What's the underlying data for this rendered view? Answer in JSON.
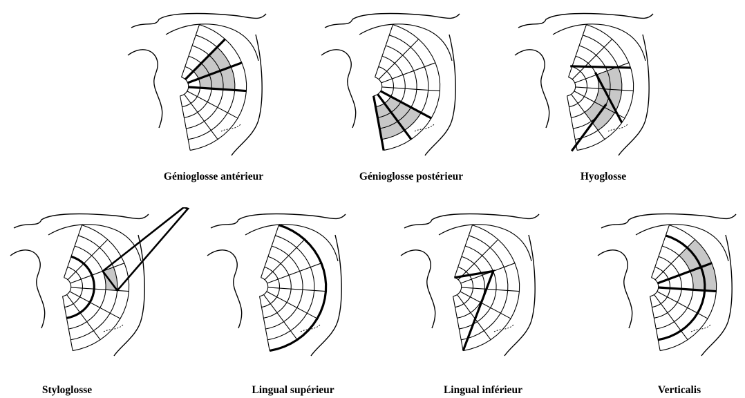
{
  "figure": {
    "panels": [
      {
        "muscle": "genioglosse-anterieur",
        "label": "Génioglosse antérieur",
        "highlight": {
          "radials": [
            1,
            2,
            3
          ],
          "arcs": []
        },
        "shaded": [
          [
            1,
            4,
            1,
            3
          ]
        ],
        "external": false
      },
      {
        "muscle": "genioglosse-posterieur",
        "label": "Génioglosse postérieur",
        "highlight": {
          "radials": [
            4,
            5,
            6
          ],
          "arcs": []
        },
        "shaded": [
          [
            1,
            4,
            4,
            6
          ]
        ],
        "external": false
      },
      {
        "muscle": "hyoglosse",
        "label": "Hyoglosse",
        "highlight": {
          "radials": [],
          "arcs": [],
          "diagonals": true
        },
        "shaded": [
          [
            2,
            4,
            2,
            5
          ]
        ],
        "external": false
      },
      {
        "muscle": "styloglosse",
        "label": "Styloglosse",
        "highlight": {
          "radials": [],
          "arcs": [
            2
          ],
          "diagonals": false
        },
        "shaded": [
          [
            3,
            4,
            2,
            3
          ]
        ],
        "external": true
      },
      {
        "muscle": "lingual-superieur",
        "label": "Lingual supérieur",
        "highlight": {
          "radials": [],
          "arcs": [
            5
          ],
          "diagonals": false
        },
        "shaded": [],
        "external": false
      },
      {
        "muscle": "lingual-inferieur",
        "label": "Lingual inférieur",
        "highlight": {
          "radials": [],
          "arcs": [],
          "diagonals": false,
          "bent": true
        },
        "shaded": [],
        "external": false
      },
      {
        "muscle": "verticalis",
        "label": "Verticalis",
        "highlight": {
          "radials": [
            2,
            3
          ],
          "arcs": [
            4
          ],
          "diagonals": false
        },
        "shaded": [
          [
            3,
            5,
            1,
            3
          ]
        ],
        "external": false
      }
    ],
    "colors": {
      "line": "#000000",
      "shade": "#c8c8c8",
      "background": "#ffffff"
    }
  }
}
